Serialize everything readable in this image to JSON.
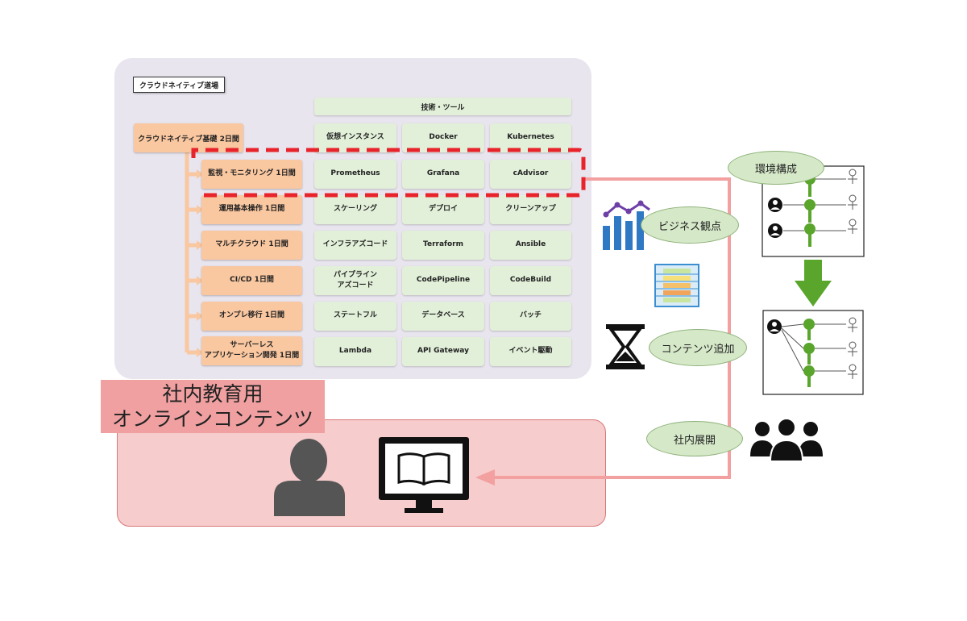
{
  "panel": {
    "title": "クラウドネイティブ道場",
    "tech_header": "技術・ツール",
    "root_course": "クラウドネイティブ基礎  2日間",
    "courses": [
      "監視・モニタリング  1日間",
      "運用基本操作  1日間",
      "マルチクラウド  1日間",
      "CI/CD  1日間",
      "オンプレ移行  1日間",
      "サーバーレス\nアプリケーション開発  1日間"
    ],
    "tech_rows": [
      [
        "仮想インスタンス",
        "Docker",
        "Kubernetes"
      ],
      [
        "Prometheus",
        "Grafana",
        "cAdvisor"
      ],
      [
        "スケーリング",
        "デプロイ",
        "クリーンアップ"
      ],
      [
        "インフラアズコード",
        "Terraform",
        "Ansible"
      ],
      [
        "パイプライン\nアズコード",
        "CodePipeline",
        "CodeBuild"
      ],
      [
        "ステートフル",
        "データベース",
        "バッチ"
      ],
      [
        "Lambda",
        "API Gateway",
        "イベント駆動"
      ]
    ]
  },
  "bubbles": {
    "env": "環境構成",
    "business": "ビジネス観点",
    "content_add": "コンテンツ追加",
    "deploy": "社内展開"
  },
  "edu": {
    "line1": "社内教育用",
    "line2": "オンラインコンテンツ"
  },
  "colors": {
    "panel_bg": "#e9e5ef",
    "course_orange": "#f9c7a0",
    "tech_green": "#e2f0d9",
    "highlight_red": "#e8232b",
    "flow_pink": "#f2a0a0",
    "arrow_green": "#5aa52c"
  },
  "icons": [
    "chart-icon",
    "table-icon",
    "hourglass-icon",
    "group-icon",
    "person-icon",
    "monitor-book-icon",
    "down-arrow-icon"
  ]
}
